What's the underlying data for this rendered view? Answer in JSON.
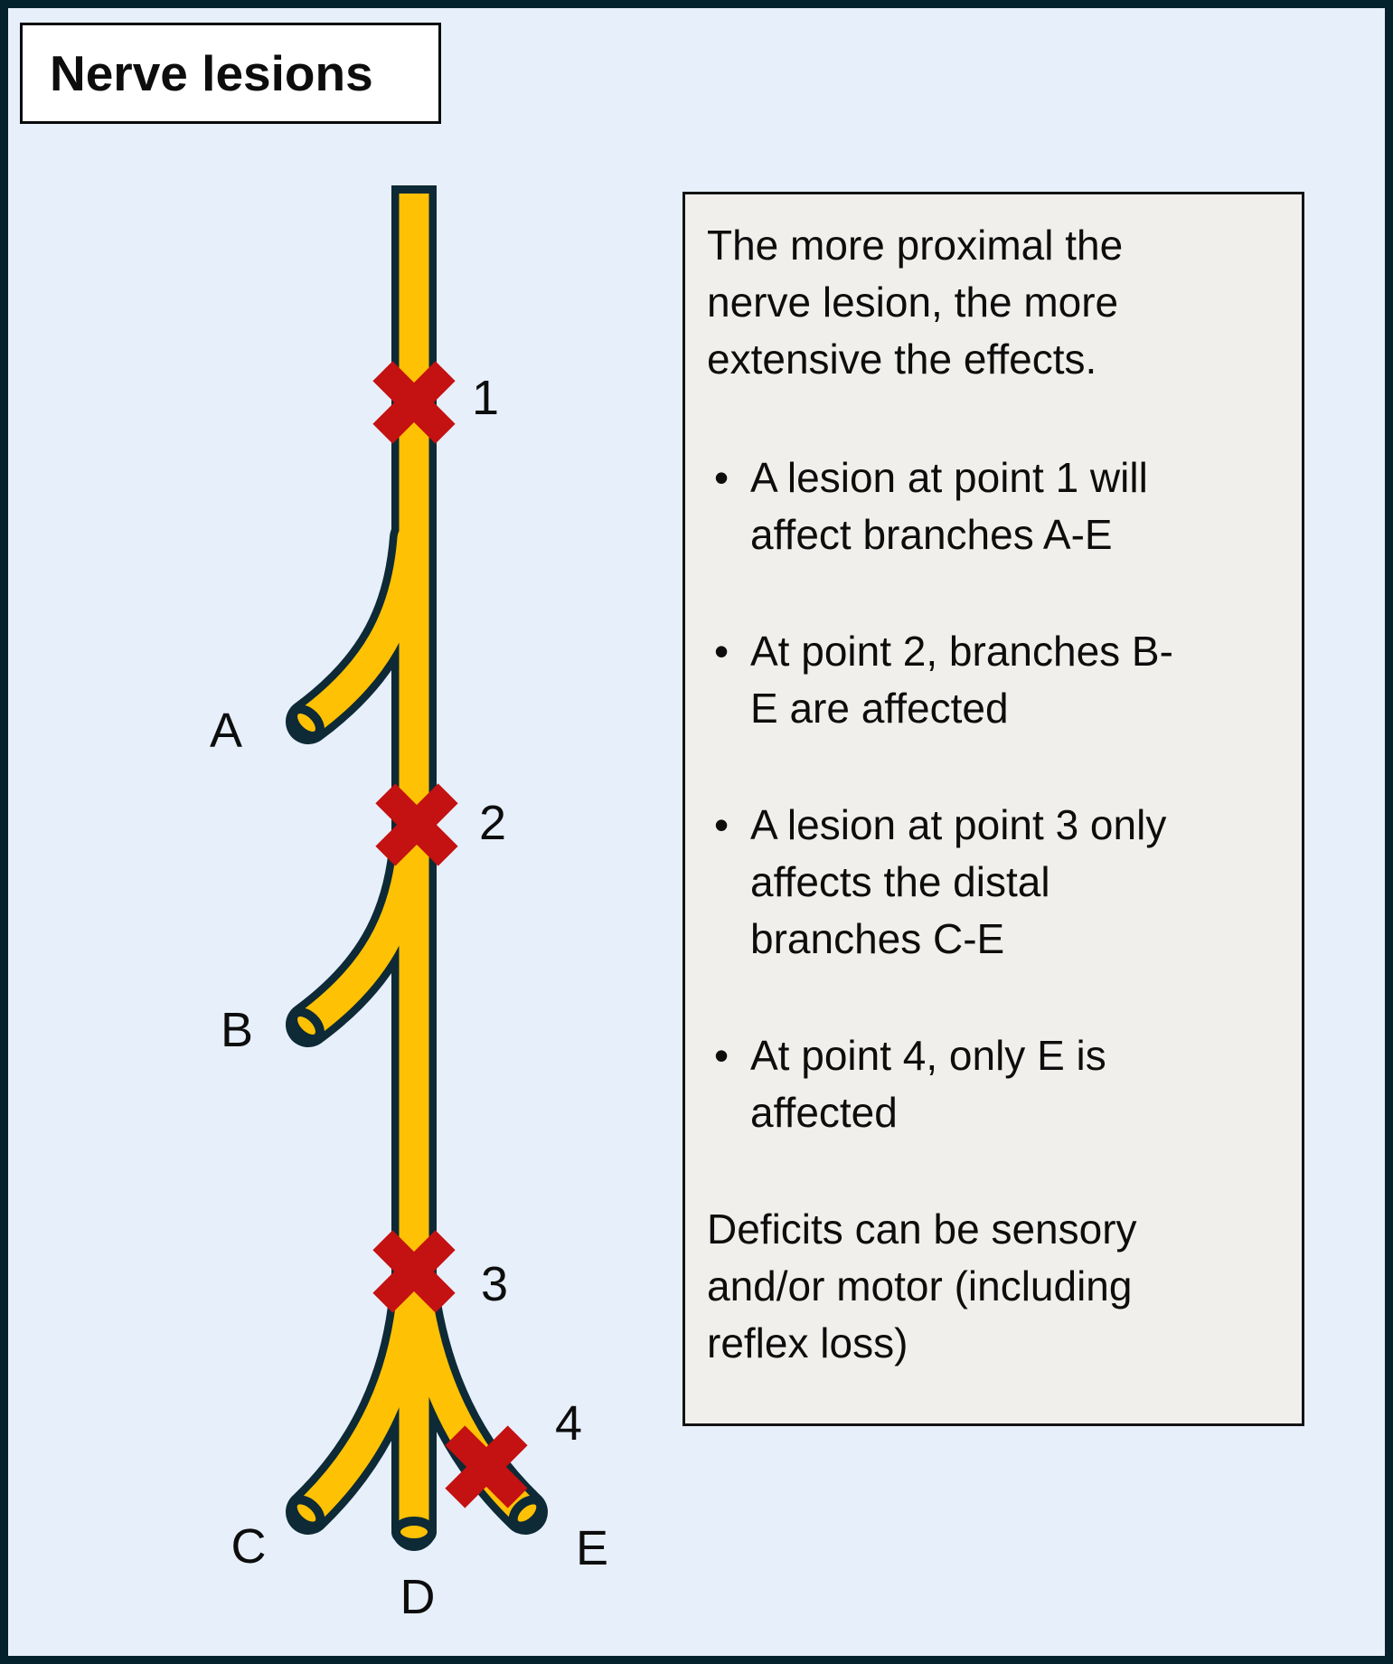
{
  "title": "Nerve lesions",
  "colors": {
    "background": "#E6EFFA",
    "frame_border": "#04222E",
    "nerve_fill": "#FFC103",
    "nerve_outline": "#0D2A36",
    "lesion_red": "#C41111",
    "info_box_bg": "#F1EFEB",
    "text": "#0D0D0D"
  },
  "diagram": {
    "point_labels": [
      "1",
      "2",
      "3",
      "4"
    ],
    "branch_labels": [
      "A",
      "B",
      "C",
      "D",
      "E"
    ]
  },
  "info_box": {
    "bullet_char": "•",
    "intro": "The more proximal the\nnerve lesion, the more\nextensive the effects.",
    "bullets": [
      "A lesion at point 1 will\naffect branches A-E",
      "At point 2, branches B-\nE are affected",
      "A lesion at point 3 only\naffects the distal\nbranches C-E",
      "At point 4, only E is\naffected"
    ],
    "footer": "Deficits can be sensory\nand/or motor (including\nreflex loss)"
  }
}
